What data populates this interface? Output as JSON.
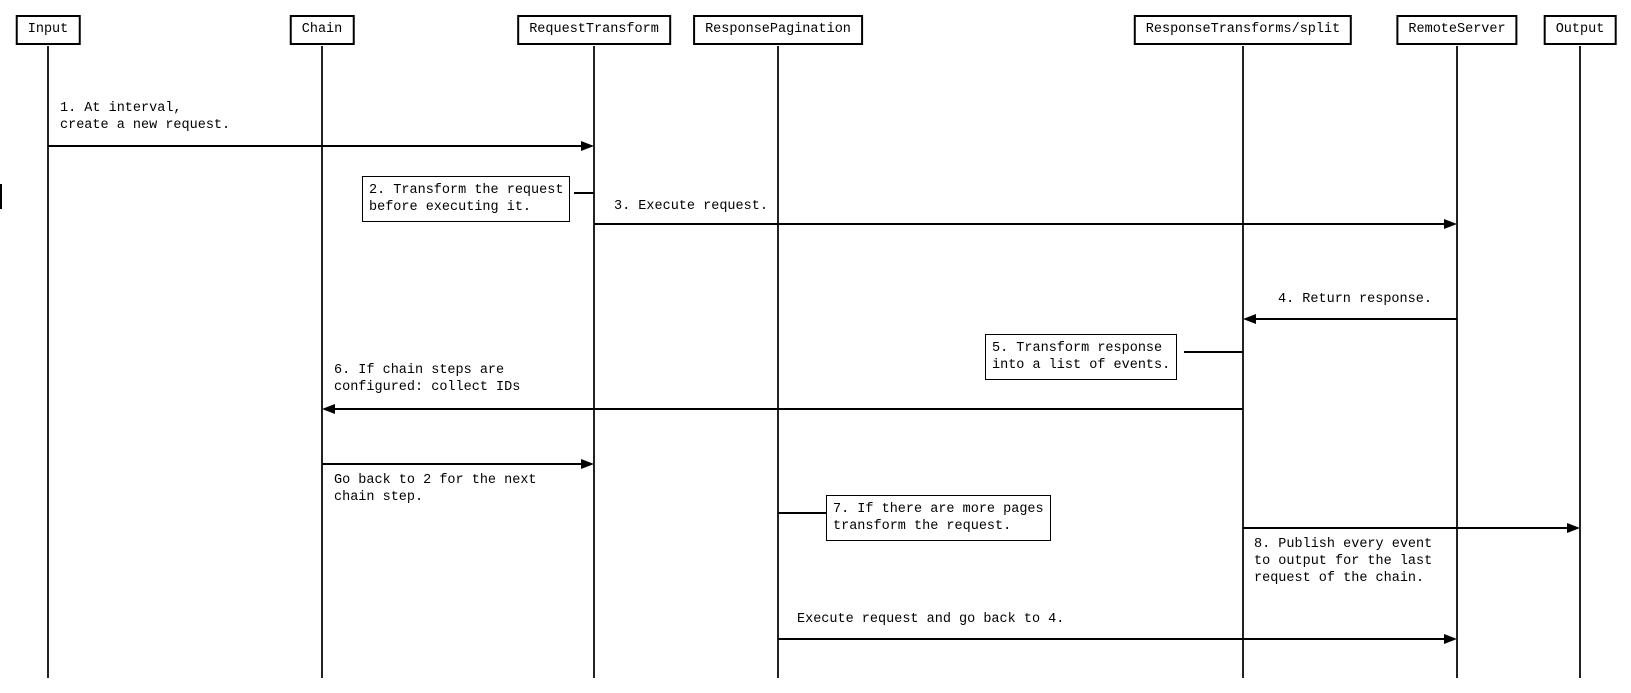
{
  "diagram_type": "sequence-diagram",
  "colors": {
    "background": "#ffffff",
    "line": "#000000",
    "text": "#000000",
    "box_border": "#000000",
    "box_fill": "#ffffff"
  },
  "participants": [
    {
      "label": "Input"
    },
    {
      "label": "Chain"
    },
    {
      "label": "RequestTransform"
    },
    {
      "label": "ResponsePagination"
    },
    {
      "label": "ResponseTransforms/split"
    },
    {
      "label": "RemoteServer"
    },
    {
      "label": "Output"
    }
  ],
  "messages": [
    {
      "from": "Input",
      "to": "RequestTransform",
      "direction": "right",
      "lines": [
        "1. At interval,",
        "create a new request."
      ]
    },
    {
      "from": "RequestTransform",
      "to": "RemoteServer",
      "direction": "right",
      "lines": [
        "3. Execute request."
      ]
    },
    {
      "from": "RemoteServer",
      "to": "ResponseTransforms/split",
      "direction": "left",
      "lines": [
        "4. Return response."
      ]
    },
    {
      "from": "ResponseTransforms/split",
      "to": "Chain",
      "direction": "left",
      "lines": [
        "6. If chain steps are",
        "configured: collect IDs"
      ]
    },
    {
      "from": "Chain",
      "to": "RequestTransform",
      "direction": "right",
      "lines": [
        "Go back to 2 for the next",
        "chain step."
      ]
    },
    {
      "from": "ResponseTransforms/split",
      "to": "Output",
      "direction": "right",
      "lines": [
        "8. Publish every event",
        "to output for the last",
        "request of the chain."
      ]
    },
    {
      "from": "ResponsePagination",
      "to": "RemoteServer",
      "direction": "right",
      "lines": [
        "Execute request and go back to 4."
      ]
    }
  ],
  "notes": [
    {
      "attached_to": "RequestTransform",
      "lines": [
        "2. Transform the request",
        "before executing it."
      ]
    },
    {
      "attached_to": "ResponseTransforms/split",
      "lines": [
        "5. Transform response",
        "into a list of events."
      ]
    },
    {
      "attached_to": "ResponsePagination",
      "lines": [
        "7. If there are more pages",
        "transform the request."
      ]
    }
  ]
}
